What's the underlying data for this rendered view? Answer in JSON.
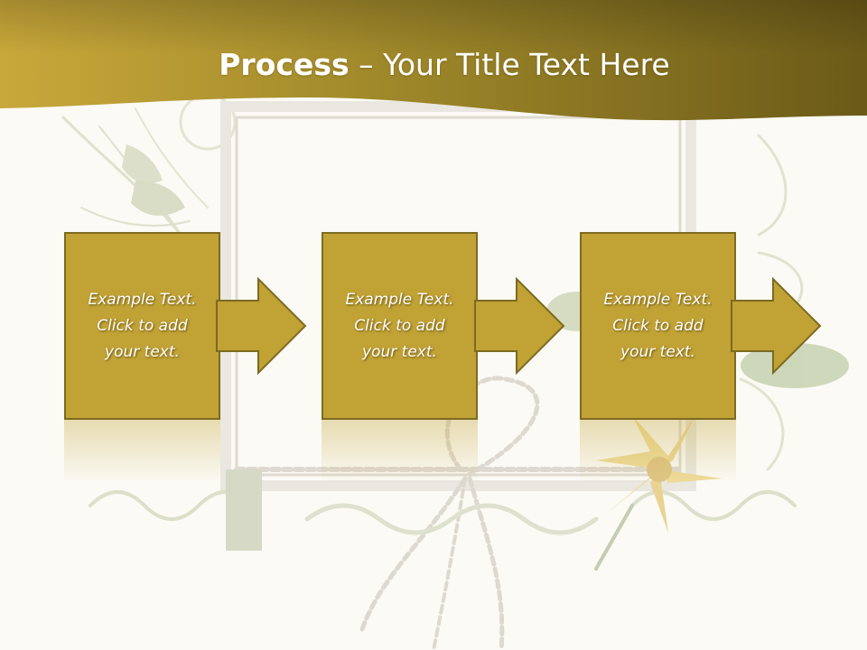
{
  "title": {
    "bold": "Process",
    "rest": " – Your Title Text Here"
  },
  "steps": [
    {
      "text": "Example Text.\nClick  to add\nyour text."
    },
    {
      "text": "Example Text.\nClick  to add\nyour text."
    },
    {
      "text": "Example Text.\nClick  to add\nyour text."
    }
  ],
  "colors": {
    "header_dark": "#6b5a18",
    "header_light": "#c9a83a",
    "box_fill": "#c1a235",
    "box_border": "#7d6a21",
    "background": "#fbfaf4"
  }
}
